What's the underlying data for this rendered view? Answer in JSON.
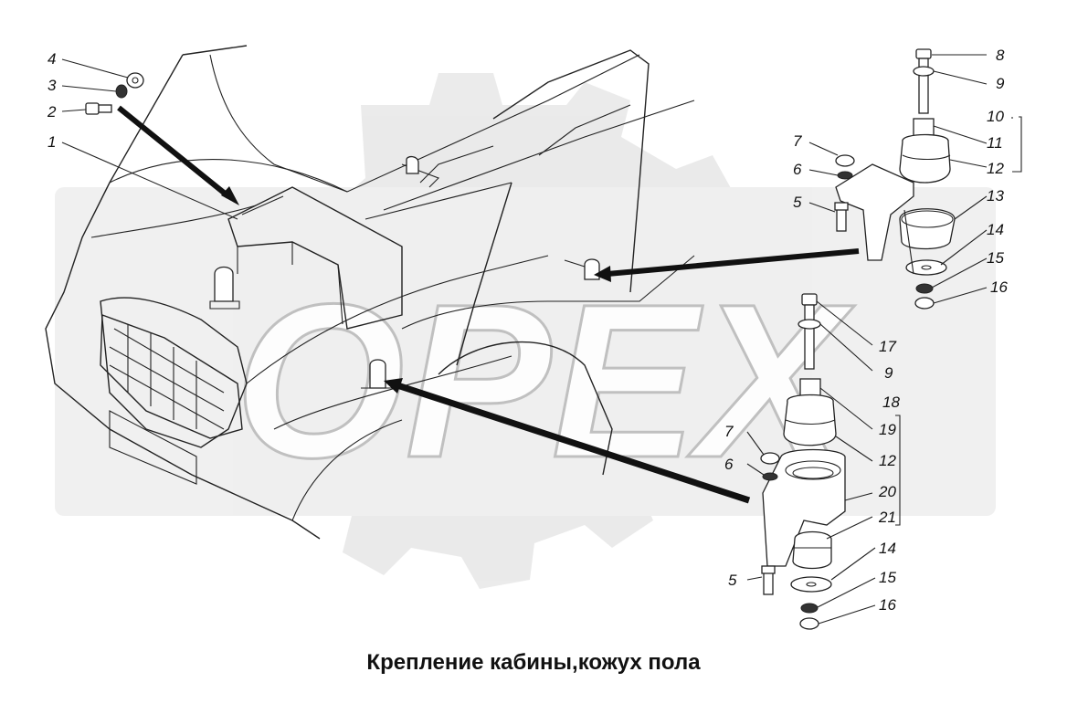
{
  "caption": "Крепление кабины,кожух пола",
  "watermark": "ОРЕХ",
  "callouts": [
    {
      "id": "c4",
      "text": "4"
    },
    {
      "id": "c3",
      "text": "3"
    },
    {
      "id": "c2",
      "text": "2"
    },
    {
      "id": "c1",
      "text": "1"
    },
    {
      "id": "c8",
      "text": "8"
    },
    {
      "id": "c9a",
      "text": "9"
    },
    {
      "id": "c10",
      "text": "10"
    },
    {
      "id": "c7a",
      "text": "7"
    },
    {
      "id": "c11",
      "text": "11"
    },
    {
      "id": "c6a",
      "text": "6"
    },
    {
      "id": "c12a",
      "text": "12"
    },
    {
      "id": "c5a",
      "text": "5"
    },
    {
      "id": "c13",
      "text": "13"
    },
    {
      "id": "c14a",
      "text": "14"
    },
    {
      "id": "c15a",
      "text": "15"
    },
    {
      "id": "c16a",
      "text": "16"
    },
    {
      "id": "c17",
      "text": "17"
    },
    {
      "id": "c9b",
      "text": "9"
    },
    {
      "id": "c18",
      "text": "18"
    },
    {
      "id": "c7b",
      "text": "7"
    },
    {
      "id": "c19",
      "text": "19"
    },
    {
      "id": "c6b",
      "text": "6"
    },
    {
      "id": "c12b",
      "text": "12"
    },
    {
      "id": "c20",
      "text": "20"
    },
    {
      "id": "c21",
      "text": "21"
    },
    {
      "id": "c14b",
      "text": "14"
    },
    {
      "id": "c5b",
      "text": "5"
    },
    {
      "id": "c15b",
      "text": "15"
    },
    {
      "id": "c16b",
      "text": "16"
    }
  ]
}
